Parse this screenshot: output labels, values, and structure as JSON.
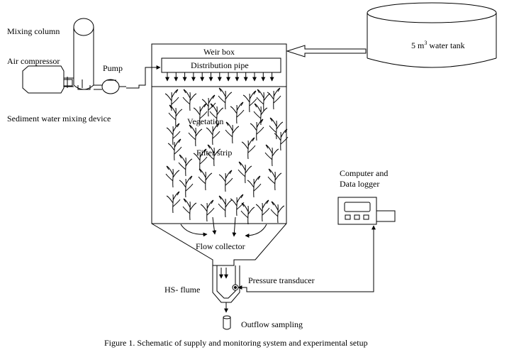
{
  "labels": {
    "mixing_column": "Mixing column",
    "air_compressor": "Air compressor",
    "pump": "Pump",
    "sediment_device": "Sediment water mixing device",
    "weir_box": "Weir box",
    "distribution_pipe": "Distribution pipe",
    "water_tank": "5 m",
    "water_tank_sup": "3",
    "water_tank_suffix": " water tank",
    "vegetation": "Vegetation",
    "filter_strip": "Filter strip",
    "computer_line1": "Computer and",
    "computer_line2": "Data logger",
    "flow_collector": "Flow collector",
    "pressure_transducer": "Pressure transducer",
    "hs_flume": "HS- flume",
    "outflow_sampling": "Outflow sampling"
  },
  "caption": "Figure 1. Schematic of supply and monitoring system and experimental setup",
  "colors": {
    "stroke": "#000000",
    "background": "#ffffff"
  }
}
